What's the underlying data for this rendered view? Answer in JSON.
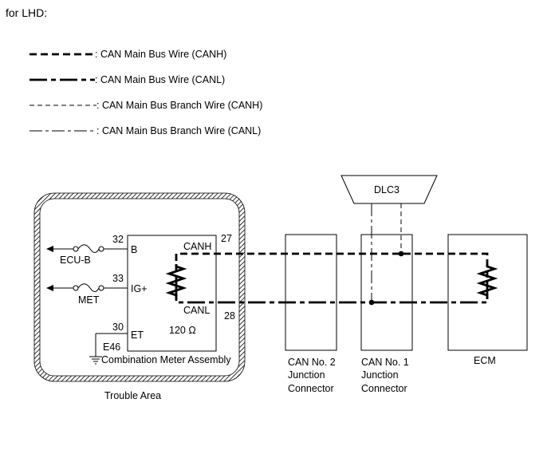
{
  "header": {
    "text": "for LHD:"
  },
  "legend": [
    {
      "label": ": CAN Main Bus Wire (CANH)",
      "style": "main-canh"
    },
    {
      "label": ": CAN Main Bus Wire (CANL)",
      "style": "main-canl"
    },
    {
      "label": ": CAN Main Bus Branch Wire (CANH)",
      "style": "branch-canh"
    },
    {
      "label": ": CAN Main Bus Branch Wire (CANL)",
      "style": "branch-canl"
    }
  ],
  "trouble_area": {
    "label": "Trouble Area"
  },
  "meter": {
    "name": "Combination Meter Assembly",
    "resistance": "120 Ω",
    "pins": {
      "b": {
        "num": "32",
        "name": "B",
        "wire": "ECU-B"
      },
      "ig": {
        "num": "33",
        "name": "IG+",
        "wire": "MET"
      },
      "et": {
        "num": "30",
        "name": "ET",
        "ground": "E46"
      },
      "canh": {
        "num": "27",
        "name": "CANH"
      },
      "canl": {
        "num": "28",
        "name": "CANL"
      }
    }
  },
  "dlc3": {
    "label": "DLC3"
  },
  "junction2": {
    "line1": "CAN No. 2",
    "line2": "Junction",
    "line3": "Connector"
  },
  "junction1": {
    "line1": "CAN No. 1",
    "line2": "Junction",
    "line3": "Connector"
  },
  "ecm": {
    "label": "ECM"
  }
}
